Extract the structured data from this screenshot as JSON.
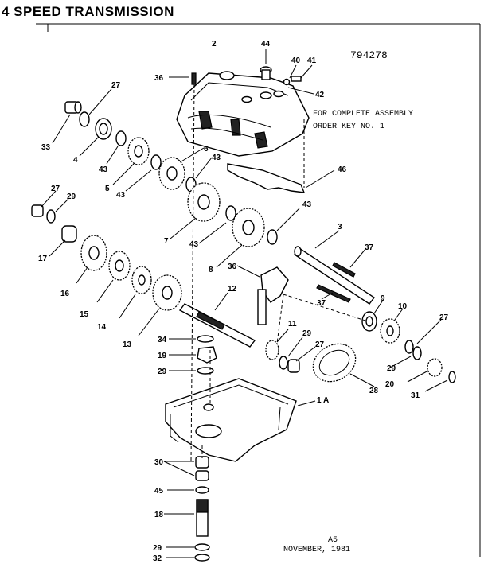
{
  "title": "4 SPEED TRANSMISSION",
  "serial_number": "794278",
  "note": {
    "line1": "FOR COMPLETE ASSEMBLY",
    "line2": "ORDER KEY NO. 1"
  },
  "footer": {
    "code": "A5",
    "date": "NOVEMBER, 1981"
  },
  "part_labels": [
    "44",
    "2",
    "40",
    "41",
    "42",
    "36",
    "27",
    "33",
    "4",
    "43",
    "5",
    "6",
    "43",
    "43",
    "46",
    "27",
    "29",
    "17",
    "16",
    "15",
    "14",
    "13",
    "43",
    "7",
    "43",
    "8",
    "3",
    "37",
    "36",
    "12",
    "37",
    "9",
    "10",
    "27",
    "34",
    "11",
    "29",
    "27",
    "19",
    "29",
    "28",
    "20",
    "31",
    "1 A",
    "30",
    "45",
    "18",
    "29",
    "32"
  ]
}
